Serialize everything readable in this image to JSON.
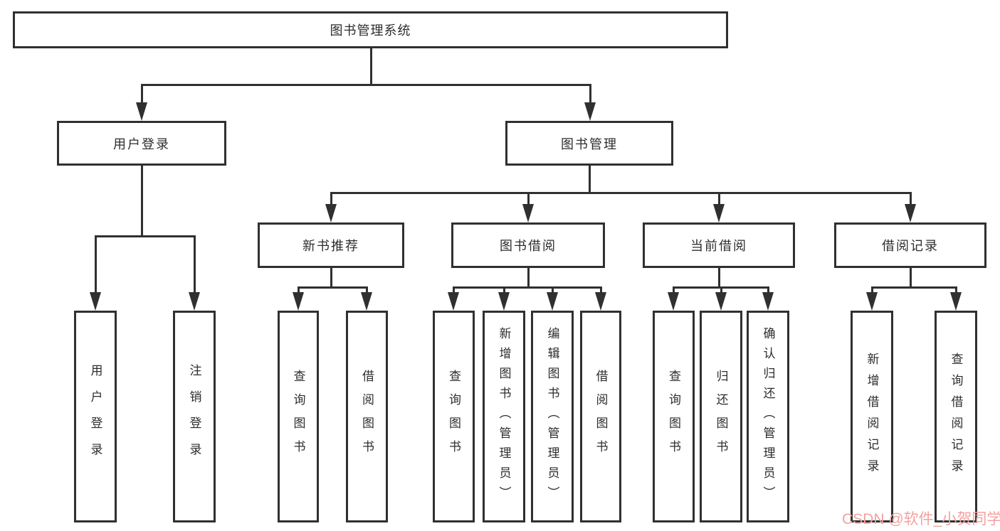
{
  "nodes": {
    "root": "图书管理系统",
    "user_login": "用户登录",
    "book_mgmt": "图书管理",
    "new_book_rec": "新书推荐",
    "book_borrow": "图书借阅",
    "current_borrow": "当前借阅",
    "borrow_records": "借阅记录",
    "leaf_user_login": "用户登录",
    "leaf_logout": "注销登录",
    "leaf_query_book_1": "查询图书",
    "leaf_borrow_book_1": "借阅图书",
    "leaf_query_book_2": "查询图书",
    "leaf_add_book": "新增图书（管理员）",
    "leaf_edit_book": "编辑图书（管理员）",
    "leaf_borrow_book_2": "借阅图书",
    "leaf_query_book_3": "查询图书",
    "leaf_return_book": "归还图书",
    "leaf_confirm_return": "确认归还（管理员）",
    "leaf_add_record": "新增借阅记录",
    "leaf_query_record": "查询借阅记录"
  },
  "watermark": {
    "text": "CSDN @软件_小贺同学",
    "color": "#f1a2a0"
  },
  "colors": {
    "line": "#303030",
    "text": "#2d2d2d",
    "background": "#ffffff"
  }
}
